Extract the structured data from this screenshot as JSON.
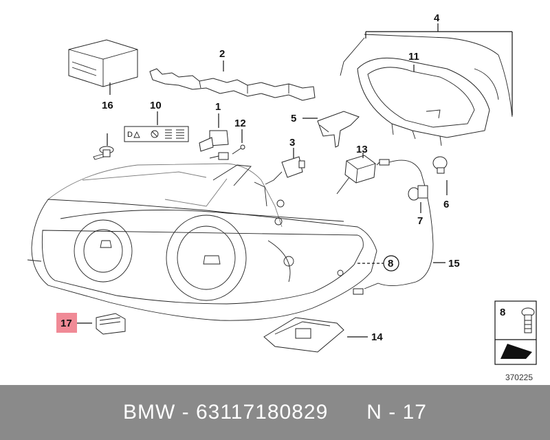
{
  "labels": {
    "p1": "1",
    "p2": "2",
    "p3": "3",
    "p4": "4",
    "p5": "5",
    "p6": "6",
    "p7": "7",
    "p8": "8",
    "p8_ref": "8",
    "p10": "10",
    "p11": "11",
    "p12": "12",
    "p13": "13",
    "p14": "14",
    "p15": "15",
    "p16": "16",
    "p17": "17"
  },
  "diagram_number": "370225",
  "highlight_color": "#f08a96",
  "footer": {
    "brand": "BMW",
    "part_number": "63117180829",
    "position": "N - 17",
    "text": "BMW - 63117180829      N - 17"
  }
}
